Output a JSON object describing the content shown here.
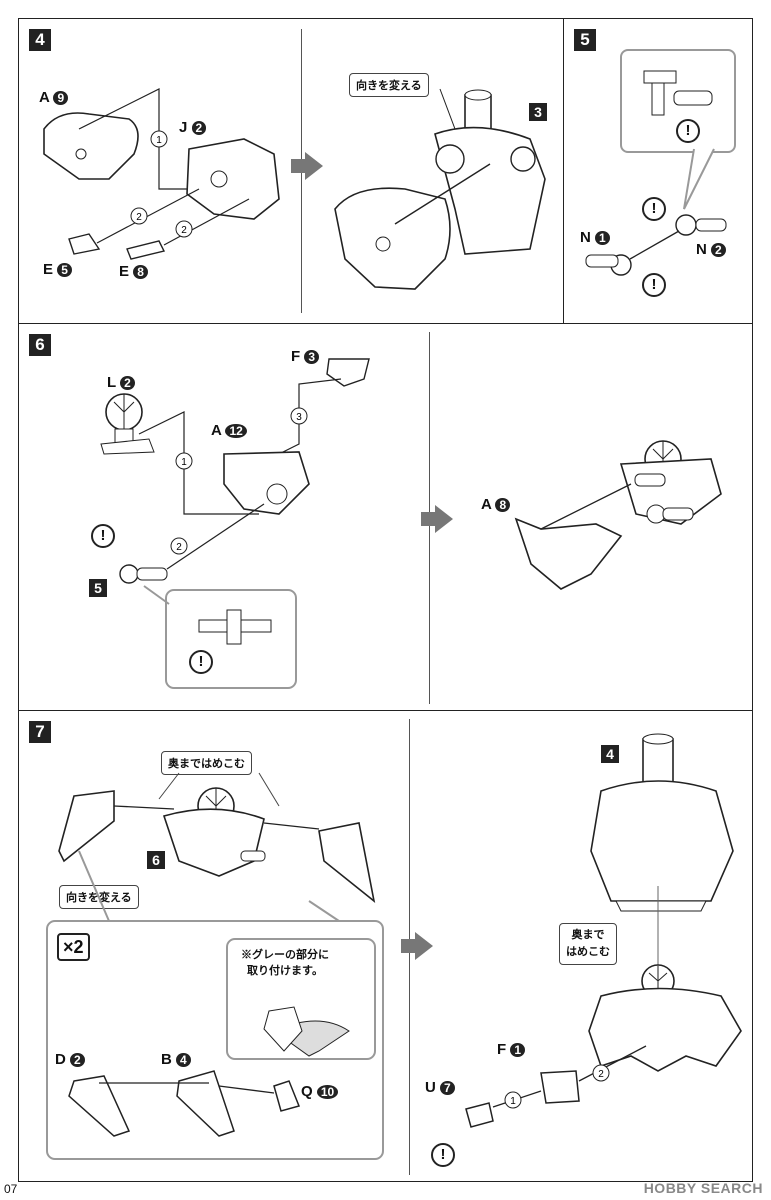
{
  "page_number": "07",
  "watermark": "HOBBY SEARCH",
  "step4": {
    "step": "4",
    "labels": {
      "a": "A",
      "a_no": "9",
      "j": "J",
      "j_no": "2",
      "e1": "E",
      "e1_no": "5",
      "e2": "E",
      "e2_no": "8"
    },
    "note": "向きを変える",
    "ref": "3",
    "orders": [
      "1",
      "2",
      "2"
    ]
  },
  "step5": {
    "step": "5",
    "labels": {
      "n1": "N",
      "n1_no": "1",
      "n2": "N",
      "n2_no": "2"
    },
    "warn": "!"
  },
  "step6": {
    "step": "6",
    "labels": {
      "l": "L",
      "l_no": "2",
      "f": "F",
      "f_no": "3",
      "a": "A",
      "a_no": "12",
      "a2": "A",
      "a2_no": "8"
    },
    "ref": "5",
    "orders": [
      "1",
      "2",
      "3"
    ],
    "warn": "!"
  },
  "step7": {
    "step": "7",
    "note_deep": "奥まではめこむ",
    "note_turn": "向きを変える",
    "ref6": "6",
    "ref4": "4",
    "times": "×2",
    "gray_note_line1": "※グレーの部分に",
    "gray_note_line2": "取り付けます。",
    "labels": {
      "d": "D",
      "d_no": "2",
      "b": "B",
      "b_no": "4",
      "q": "Q",
      "q_no": "10",
      "f": "F",
      "f_no": "1",
      "u": "U",
      "u_no": "7"
    },
    "deep_line1": "奥まで",
    "deep_line2": "はめこむ",
    "orders": [
      "1",
      "2"
    ],
    "warn": "!"
  }
}
